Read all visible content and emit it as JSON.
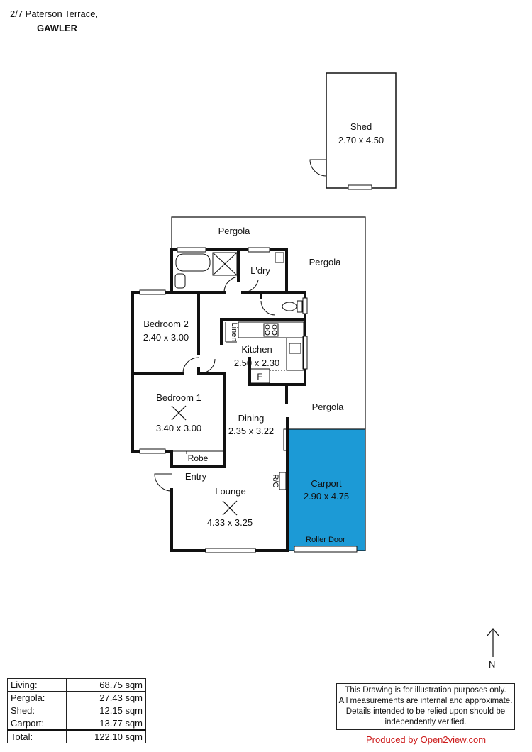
{
  "address": {
    "line1": "2/7 Paterson Terrace,",
    "line2": "GAWLER"
  },
  "colors": {
    "wall": "#111111",
    "carport_fill": "#1c9ad6",
    "credit_text": "#cc1a1a"
  },
  "rooms": {
    "shed": {
      "name": "Shed",
      "dims": "2.70 x 4.50"
    },
    "pergola_top": {
      "name": "Pergola"
    },
    "pergola_right": {
      "name": "Pergola"
    },
    "pergola_mid": {
      "name": "Pergola"
    },
    "laundry": {
      "name": "L'dry"
    },
    "bedroom2": {
      "name": "Bedroom 2",
      "dims": "2.40 x 3.00"
    },
    "linen": {
      "name": "Linen"
    },
    "kitchen": {
      "name": "Kitchen",
      "dims": "2.50 x 2.30"
    },
    "fridge": {
      "name": "F"
    },
    "bedroom1": {
      "name": "Bedroom 1",
      "dims": "3.40 x 3.00"
    },
    "dining": {
      "name": "Dining",
      "dims": "2.35 x 3.22"
    },
    "robe": {
      "name": "Robe"
    },
    "entry": {
      "name": "Entry"
    },
    "lounge": {
      "name": "Lounge",
      "dims": "4.33 x 3.25"
    },
    "rc": {
      "name": "R/C"
    },
    "carport": {
      "name": "Carport",
      "dims": "2.90 x 4.75"
    },
    "roller_door": {
      "name": "Roller Door"
    }
  },
  "areas": [
    {
      "label": "Living:",
      "value": "68.75 sqm"
    },
    {
      "label": "Pergola:",
      "value": "27.43 sqm"
    },
    {
      "label": "Shed:",
      "value": "12.15 sqm"
    },
    {
      "label": "Carport:",
      "value": "13.77 sqm"
    },
    {
      "label": "Total:",
      "value": "122.10 sqm"
    }
  ],
  "disclaimer": {
    "line1": "This Drawing is for illustration purposes only.",
    "line2": "All measurements are internal and  approximate.",
    "line3": "Details intended to be relied upon should be",
    "line4": "independently verified."
  },
  "credit": "Produced by Open2view.com",
  "compass": {
    "label": "N",
    "icon": "north-arrow-icon"
  }
}
